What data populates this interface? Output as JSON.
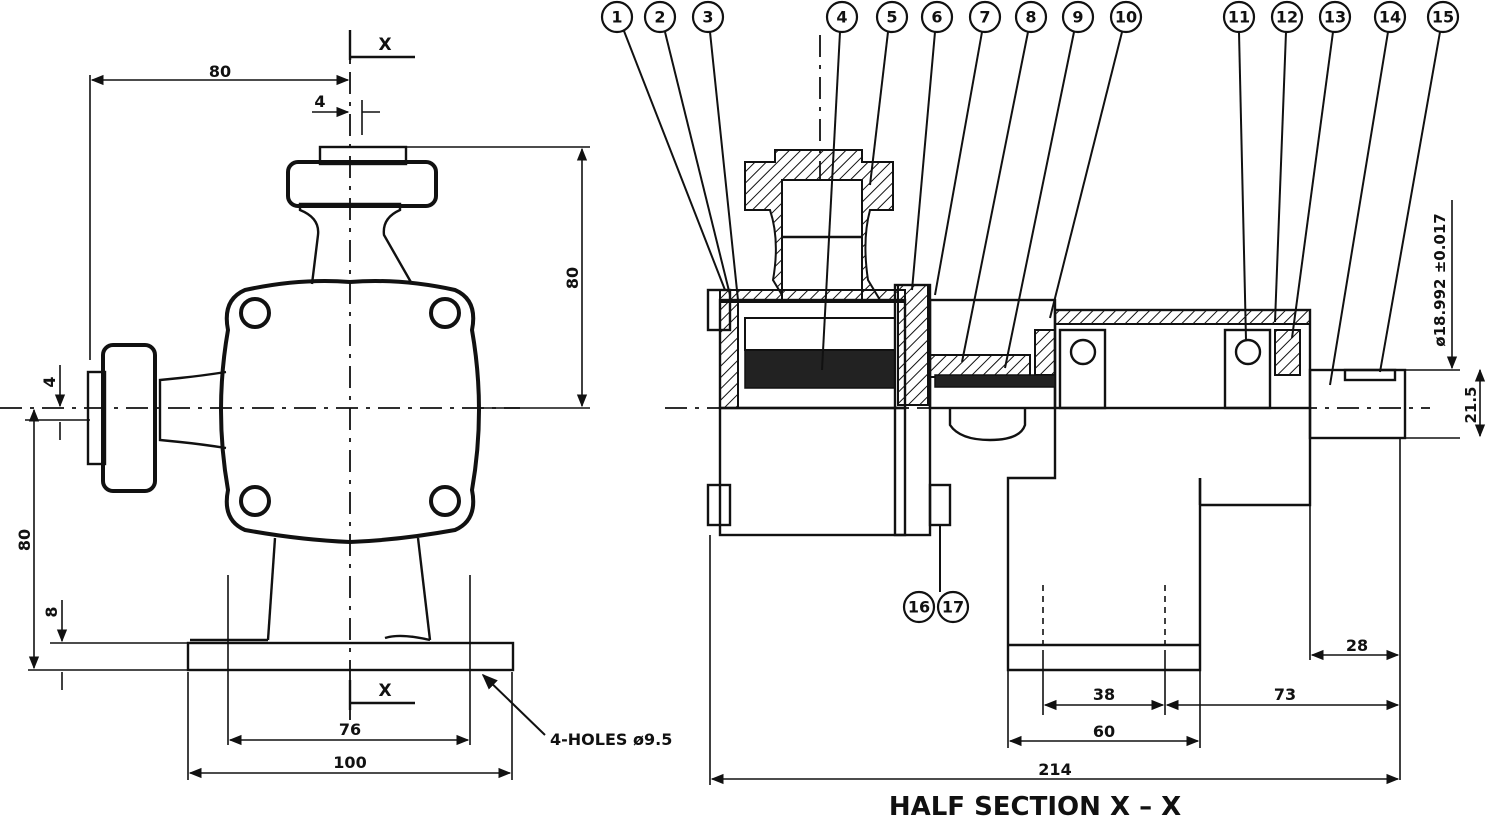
{
  "balloons": [
    "1",
    "2",
    "3",
    "4",
    "5",
    "6",
    "7",
    "8",
    "9",
    "10",
    "11",
    "12",
    "13",
    "14",
    "15",
    "16",
    "17"
  ],
  "section_marker": "X",
  "dims": {
    "d80_top": "80",
    "d4_top": "4",
    "d80_right": "80",
    "d4_left": "4",
    "d80_left": "80",
    "d8_left": "8",
    "d76": "76",
    "d100": "100",
    "holes": "4-HOLES ø9.5",
    "dia_shaft": "ø18.992 ±0.017",
    "d21_5": "21.5",
    "d28": "28",
    "d38": "38",
    "d73": "73",
    "d60": "60",
    "d214": "214"
  },
  "caption": "HALF SECTION X – X"
}
